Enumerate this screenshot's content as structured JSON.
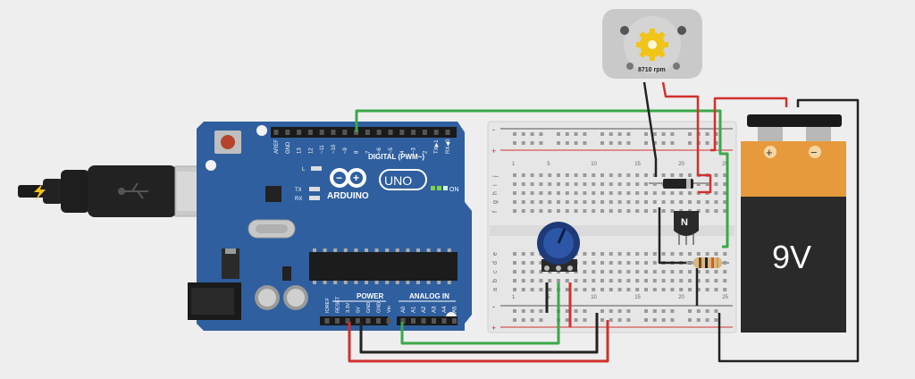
{
  "arduino": {
    "brand": "ARDUINO",
    "model": "UNO",
    "digital_header": "DIGITAL (PWM~)",
    "digital_pins": [
      "AREF",
      "GND",
      "13",
      "12",
      "~11",
      "~10",
      "~9",
      "8",
      "7",
      "~6",
      "~5",
      "4",
      "~3",
      "2",
      "TX▶1",
      "RX◀0"
    ],
    "power_label": "POWER",
    "analog_label": "ANALOG IN",
    "power_pins": [
      "IOREF",
      "RESET",
      "3.3V",
      "5V",
      "GND",
      "GND",
      "Vin"
    ],
    "analog_pins": [
      "A0",
      "A1",
      "A2",
      "A3",
      "A4",
      "A5"
    ],
    "led_labels": [
      "L",
      "TX",
      "RX"
    ],
    "on_label": "ON"
  },
  "breadboard": {
    "row_letters_top": [
      "j",
      "i",
      "h",
      "g",
      "f"
    ],
    "row_letters_bottom": [
      "e",
      "d",
      "c",
      "b",
      "a"
    ],
    "columns": [
      "1",
      "5",
      "10",
      "15",
      "20",
      "25"
    ],
    "rail_signs": [
      "-",
      "+"
    ]
  },
  "motor": {
    "speed": "8710 rpm"
  },
  "transistor": {
    "label": "N"
  },
  "battery": {
    "voltage": "9V",
    "plus": "+",
    "minus": "−"
  },
  "colors": {
    "board": "#2f5f9e",
    "wire_red": "#d0312d",
    "wire_black": "#222222",
    "wire_green": "#3aa84a",
    "battery_orange": "#e69a3c"
  }
}
